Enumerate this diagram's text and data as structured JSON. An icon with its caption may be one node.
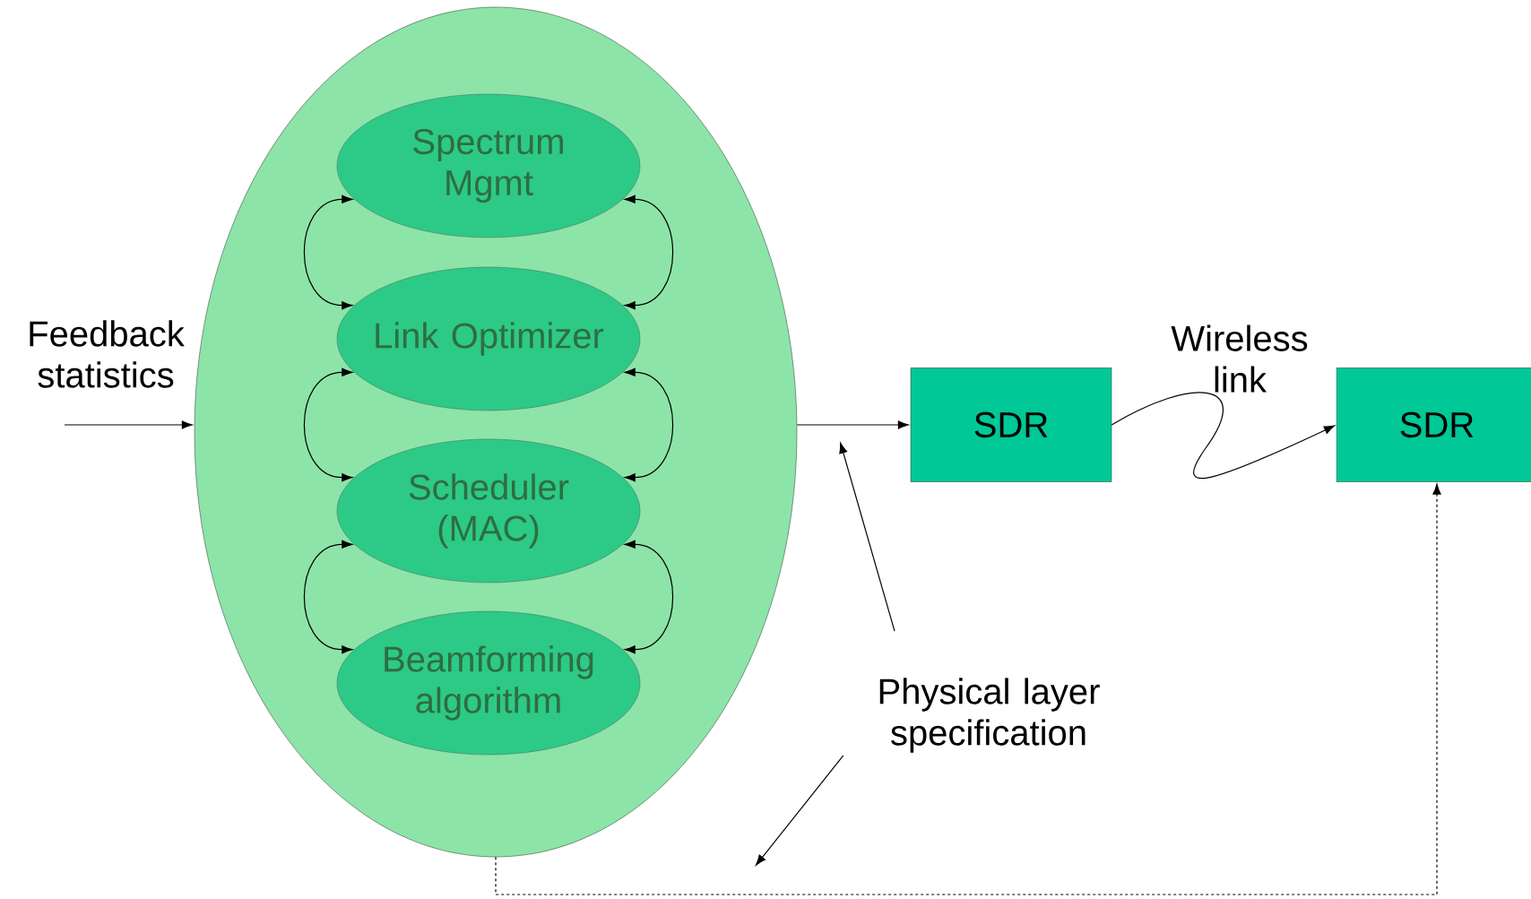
{
  "diagram": {
    "nodes": [
      {
        "text": [],
        "shape": "ellipse"
      },
      {
        "text": [
          "Spectrum Mgmt"
        ],
        "in": 0
      },
      {
        "text": [
          "Link Optimizer"
        ],
        "in": 0
      },
      {
        "text": [
          "Scheduler (MAC)"
        ],
        "in": 0
      },
      {
        "text": [
          "Beamforming algorithm"
        ],
        "in": 0
      },
      {
        "text": [
          "SDR"
        ]
      },
      {
        "text": [
          "SDR"
        ]
      },
      {
        "text": [
          "Physical layer specification"
        ]
      }
    ],
    "edges": [
      {
        "from": null,
        "to": 0,
        "arrow": "to",
        "label": "Feedback statistics"
      },
      {
        "from": 1,
        "to": 2,
        "arrow": "both"
      },
      {
        "from": 2,
        "to": 3,
        "arrow": "both"
      },
      {
        "from": 3,
        "to": 4,
        "arrow": "both"
      },
      {
        "from": 1,
        "to": 2,
        "arrow": "both"
      },
      {
        "from": 2,
        "to": 3,
        "arrow": "both"
      },
      {
        "from": 3,
        "to": 4,
        "arrow": "both"
      },
      {
        "from": 0,
        "to": 5,
        "arrow": "to"
      },
      {
        "from": 5,
        "to": 6,
        "arrow": "to",
        "label": "Wireless link"
      },
      {
        "from": 0,
        "to": 6,
        "arrow": "to",
        "style": "dashed"
      },
      {
        "from": 7,
        "to": null,
        "arrow": "to"
      },
      {
        "from": 7,
        "to": null,
        "arrow": "to"
      }
    ]
  }
}
